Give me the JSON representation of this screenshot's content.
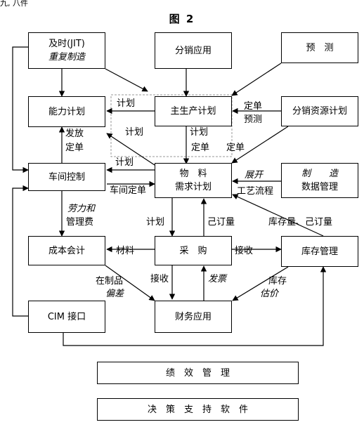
{
  "corner_text": "九, 八件",
  "title": "图 2",
  "boxes": {
    "jit": [
      "及时(JIT)",
      "重复制造"
    ],
    "distribution_app": "分销应用",
    "forecast": "预　测",
    "capacity_plan": "能力计划",
    "master_schedule": "主生产计划",
    "drp": "分销资源计划",
    "shop_control": "车间控制",
    "mrp": [
      "物　料",
      "需求计划"
    ],
    "mfg_data": [
      "制　　造",
      "数据管理"
    ],
    "cost_accounting": "成本会计",
    "purchasing": "采　购",
    "inventory": "库存管理",
    "cim": "CIM 接口",
    "finance": "财务应用",
    "performance": "绩　效　管　理",
    "decision": "决　策　支　持　软　件"
  },
  "labels": {
    "plan_a": "计划",
    "plan_b": "计划",
    "plan_c": "计划",
    "plan_d": "计划",
    "plan_e": "计划",
    "dispatch": "发放",
    "fixed_order_a": "定单",
    "fixed_order_b": "定单",
    "fixed_order_c": "定单",
    "fixed_order_d": "定单",
    "forecast_label": "预测",
    "shop_fixed_order": "车间定单",
    "expand": "展开",
    "process_flow": "工艺流程",
    "labor": "劳力和",
    "mgmt_fee": "管理费",
    "ordered": "己订量",
    "stock_and_ordered": "库存量、己订量",
    "materials": "材料",
    "receive_a": "接收",
    "receive_b": "接收",
    "wip": "在制品",
    "variance": "偏差",
    "invoice": "发票",
    "stock": "库存",
    "valuation": "估价"
  }
}
